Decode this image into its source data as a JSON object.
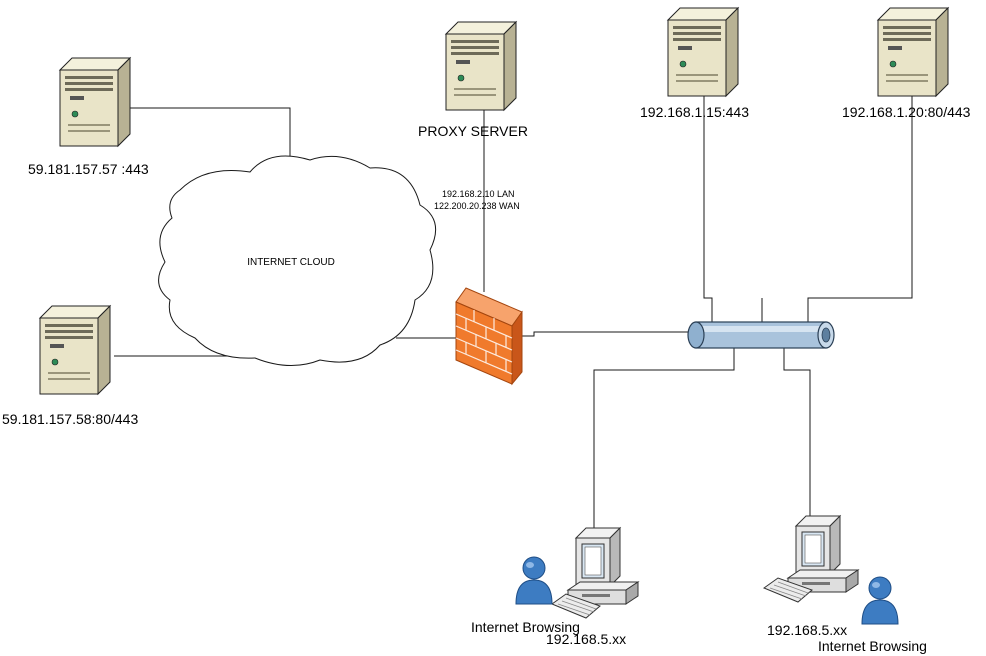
{
  "labels": {
    "server_left_top": "59.181.157.57 :443",
    "server_left_bottom": "59.181.157.58:80/443",
    "proxy_title": "PROXY SERVER",
    "proxy_lan": "192.168.2.10 LAN",
    "proxy_wan": "122.200.20.238 WAN",
    "cloud": "INTERNET CLOUD",
    "server_right_1": "192.168.1.15:443",
    "server_right_2": "192.168.1.20:80/443",
    "client_1_activity": "Internet Browsing",
    "client_1_ip": "192.168.5.xx",
    "client_2_ip": "192.168.5.xx",
    "client_2_activity": "Internet Browsing"
  },
  "icons": {
    "server": "server-tower-icon",
    "firewall": "firewall-brick-icon",
    "switch": "network-switch-bus-icon",
    "cloud": "cloud-icon",
    "workstation": "desktop-computer-icon",
    "user": "user-person-icon"
  },
  "colors": {
    "server_body": "#e9e4c8",
    "firewall": "#f07a2c",
    "switch": "#a9c3dc",
    "user": "#3d7cc2",
    "line": "#1a1a1a"
  }
}
